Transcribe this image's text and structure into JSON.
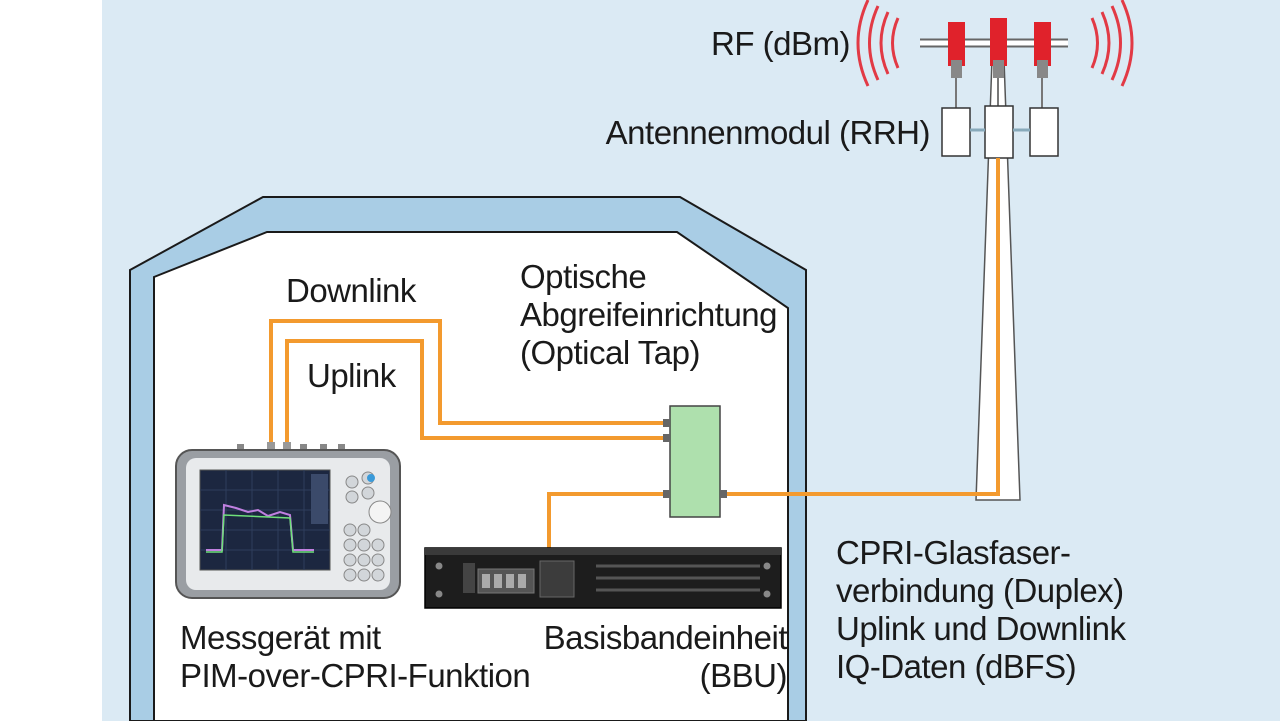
{
  "labels": {
    "rf": "RF (dBm)",
    "antenna_module": "Antennenmodul (RRH)",
    "downlink": "Downlink",
    "uplink": "Uplink",
    "optical_tap": [
      "Optische",
      "Abgreifeinrichtung",
      "(Optical Tap)"
    ],
    "cpri_link": [
      "CPRI-Glasfaser-",
      "verbindung (Duplex)",
      "Uplink und Downlink",
      "IQ-Daten (dBFS)"
    ],
    "analyzer": [
      "Messgerät mit",
      "PIM-over-CPRI-Funktion"
    ],
    "bbu": [
      "Basisbandeinheit",
      "(BBU)"
    ]
  },
  "colors": {
    "background": "#dbeaf4",
    "building_roof": "#a9cde5",
    "fiber": "#f39a2e",
    "optical_tap": "#aee0ad",
    "antenna_red": "#e0222b",
    "rf_waves": "#e23a45"
  },
  "icons": {
    "analyzer": "handheld-analyzer-icon",
    "bbu": "rack-unit-icon",
    "tower": "antenna-tower-icon"
  }
}
